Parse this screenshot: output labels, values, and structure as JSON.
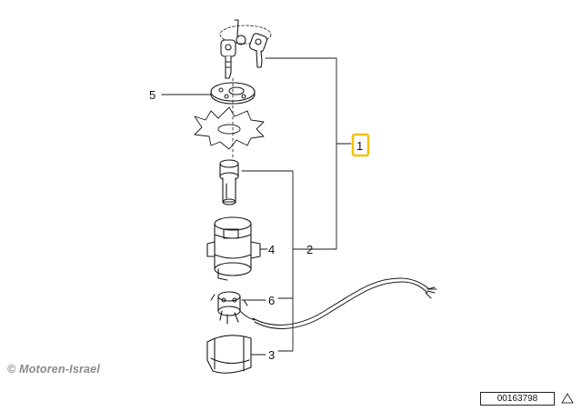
{
  "callouts": {
    "c1": "1",
    "c2": "2",
    "c3": "3",
    "c4": "4",
    "c5": "5",
    "c6": "6"
  },
  "watermark": "© Motoren-Israel",
  "part_number": "00163798",
  "highlight_color": "#f2c200"
}
